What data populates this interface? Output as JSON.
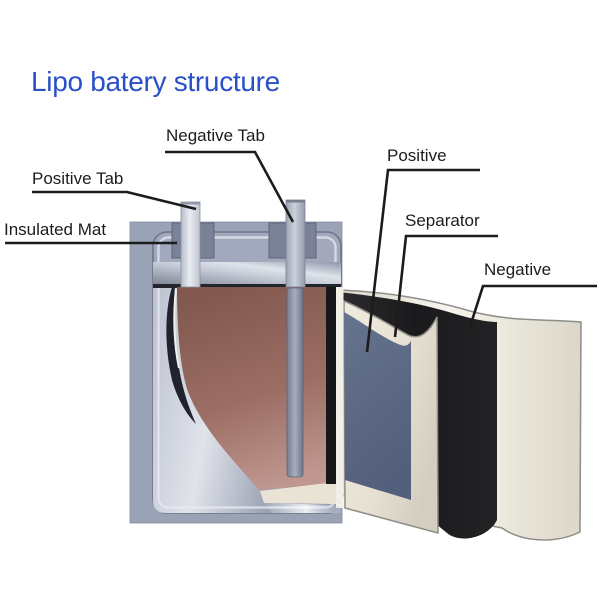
{
  "title": {
    "text": "Lipo batery structure"
  },
  "labels": {
    "negative_tab": "Negative Tab",
    "positive_tab": "Positive Tab",
    "insulated_mat": "Insulated Mat",
    "positive": "Positive",
    "separator": "Separator",
    "negative": "Negative"
  },
  "colors": {
    "title_text": "#2a50c8",
    "label_text": "#1c1c1c",
    "leader_line": "#1c1c1c",
    "pouch_body": "#9aa2b6",
    "insulated_mat": "#7b8197",
    "metal_tab_light": "#e9ebf1",
    "metal_tab_dark": "#9ba2b2",
    "electrode_stack_brown": "#9b6e64",
    "separator_cream": "#e9e3d5",
    "positive_electrode_blue": "#5d6c8a",
    "negative_electrode_black": "#1d1d1f",
    "background": "#ffffff"
  }
}
